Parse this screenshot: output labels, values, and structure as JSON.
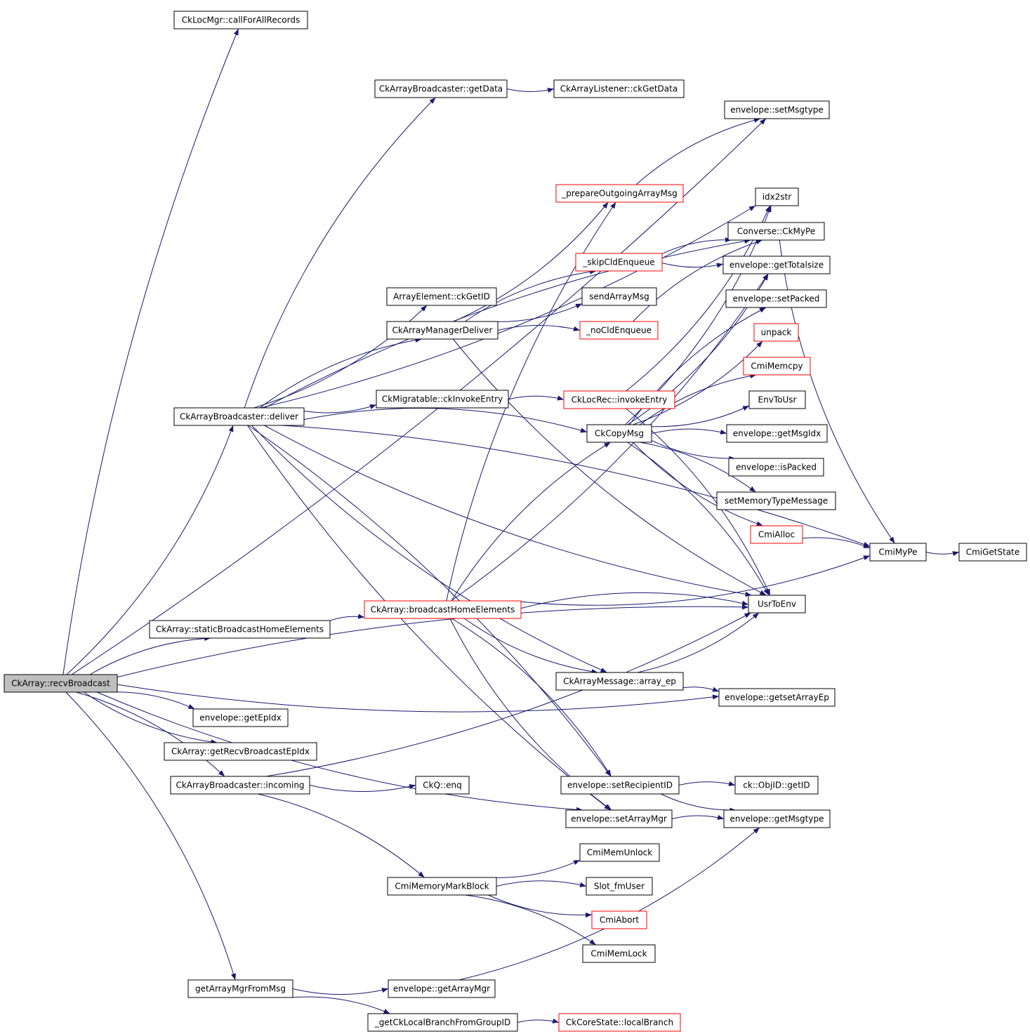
{
  "graph": {
    "nodes": [
      {
        "id": "root",
        "label": "CkArray::recvBroadcast",
        "kind": "root"
      },
      {
        "id": "callForAll",
        "label": "CkLocMgr::callForAllRecords",
        "kind": "normal"
      },
      {
        "id": "bcGetData",
        "label": "CkArrayBroadcaster::getData",
        "kind": "normal"
      },
      {
        "id": "ckGetData",
        "label": "CkArrayListener::ckGetData",
        "kind": "normal"
      },
      {
        "id": "setMsgtype",
        "label": "envelope::setMsgtype",
        "kind": "normal"
      },
      {
        "id": "prepOut",
        "label": "_prepareOutgoingArrayMsg",
        "kind": "red"
      },
      {
        "id": "idx2str",
        "label": "idx2str",
        "kind": "normal"
      },
      {
        "id": "ckMyPe",
        "label": "Converse::CkMyPe",
        "kind": "normal"
      },
      {
        "id": "skipCld",
        "label": "_skipCldEnqueue",
        "kind": "red"
      },
      {
        "id": "getTotal",
        "label": "envelope::getTotalsize",
        "kind": "normal"
      },
      {
        "id": "aeGetID",
        "label": "ArrayElement::ckGetID",
        "kind": "normal"
      },
      {
        "id": "sendArr",
        "label": "sendArrayMsg",
        "kind": "normal"
      },
      {
        "id": "setPacked",
        "label": "envelope::setPacked",
        "kind": "normal"
      },
      {
        "id": "mgrDeliver",
        "label": "CkArrayManagerDeliver",
        "kind": "normal"
      },
      {
        "id": "noCld",
        "label": "_noCldEnqueue",
        "kind": "red"
      },
      {
        "id": "unpack",
        "label": "unpack",
        "kind": "red"
      },
      {
        "id": "cmiMemcpy",
        "label": "CmiMemcpy",
        "kind": "red"
      },
      {
        "id": "migInvoke",
        "label": "CkMigratable::ckInvokeEntry",
        "kind": "normal"
      },
      {
        "id": "locInvoke",
        "label": "CkLocRec::invokeEntry",
        "kind": "red"
      },
      {
        "id": "envToUsr",
        "label": "EnvToUsr",
        "kind": "normal"
      },
      {
        "id": "bcDeliver",
        "label": "CkArrayBroadcaster::deliver",
        "kind": "normal"
      },
      {
        "id": "copyMsg",
        "label": "CkCopyMsg",
        "kind": "normal"
      },
      {
        "id": "getMsgIdx",
        "label": "envelope::getMsgIdx",
        "kind": "normal"
      },
      {
        "id": "isPacked",
        "label": "envelope::isPacked",
        "kind": "normal"
      },
      {
        "id": "setMemType",
        "label": "setMemoryTypeMessage",
        "kind": "normal"
      },
      {
        "id": "cmiAlloc",
        "label": "CmiAlloc",
        "kind": "red"
      },
      {
        "id": "cmiMyPe",
        "label": "CmiMyPe",
        "kind": "normal"
      },
      {
        "id": "cmiGetState",
        "label": "CmiGetState",
        "kind": "normal"
      },
      {
        "id": "bcHome",
        "label": "CkArray::broadcastHomeElements",
        "kind": "red"
      },
      {
        "id": "usrToEnv",
        "label": "UsrToEnv",
        "kind": "normal"
      },
      {
        "id": "staticBc",
        "label": "CkArray::staticBroadcastHomeElements",
        "kind": "normal"
      },
      {
        "id": "arrayEp",
        "label": "CkArrayMessage::array_ep",
        "kind": "normal"
      },
      {
        "id": "getsetArrayEp",
        "label": "envelope::getsetArrayEp",
        "kind": "normal"
      },
      {
        "id": "getEpIdx",
        "label": "envelope::getEpIdx",
        "kind": "normal"
      },
      {
        "id": "getRecvBc",
        "label": "CkArray::getRecvBroadcastEpIdx",
        "kind": "normal"
      },
      {
        "id": "bcIncoming",
        "label": "CkArrayBroadcaster::incoming",
        "kind": "normal"
      },
      {
        "id": "ckqEnq",
        "label": "CkQ::enq",
        "kind": "normal"
      },
      {
        "id": "setRecip",
        "label": "envelope::setRecipientID",
        "kind": "normal"
      },
      {
        "id": "objGetID",
        "label": "ck::ObjID::getID",
        "kind": "normal"
      },
      {
        "id": "setArrMgr",
        "label": "envelope::setArrayMgr",
        "kind": "normal"
      },
      {
        "id": "getMsgtype",
        "label": "envelope::getMsgtype",
        "kind": "normal"
      },
      {
        "id": "memUnlock",
        "label": "CmiMemUnlock",
        "kind": "normal"
      },
      {
        "id": "memMark",
        "label": "CmiMemoryMarkBlock",
        "kind": "normal"
      },
      {
        "id": "slotFm",
        "label": "Slot_fmUser",
        "kind": "normal"
      },
      {
        "id": "cmiAbort",
        "label": "CmiAbort",
        "kind": "red"
      },
      {
        "id": "memLock",
        "label": "CmiMemLock",
        "kind": "normal"
      },
      {
        "id": "getMgrFromMsg",
        "label": "getArrayMgrFromMsg",
        "kind": "normal"
      },
      {
        "id": "getArrMgr",
        "label": "envelope::getArrayMgr",
        "kind": "normal"
      },
      {
        "id": "getLocalBr",
        "label": "_getCkLocalBranchFromGroupID",
        "kind": "normal"
      },
      {
        "id": "localBranch",
        "label": "CkCoreState::localBranch",
        "kind": "red"
      }
    ],
    "edges": [
      [
        "root",
        "callForAll"
      ],
      [
        "root",
        "bcDeliver"
      ],
      [
        "root",
        "staticBc"
      ],
      [
        "root",
        "getsetArrayEp"
      ],
      [
        "root",
        "getEpIdx"
      ],
      [
        "root",
        "getRecvBc"
      ],
      [
        "root",
        "bcIncoming"
      ],
      [
        "root",
        "setArrMgr"
      ],
      [
        "root",
        "getMgrFromMsg"
      ],
      [
        "root",
        "setMsgtype"
      ],
      [
        "root",
        "usrToEnv"
      ],
      [
        "bcGetData",
        "ckGetData"
      ],
      [
        "bcDeliver",
        "bcGetData"
      ],
      [
        "bcDeliver",
        "idx2str"
      ],
      [
        "bcDeliver",
        "ckMyPe"
      ],
      [
        "bcDeliver",
        "aeGetID"
      ],
      [
        "bcDeliver",
        "mgrDeliver"
      ],
      [
        "bcDeliver",
        "migInvoke"
      ],
      [
        "bcDeliver",
        "copyMsg"
      ],
      [
        "bcDeliver",
        "usrToEnv"
      ],
      [
        "bcDeliver",
        "cmiMyPe"
      ],
      [
        "bcDeliver",
        "arrayEp"
      ],
      [
        "bcDeliver",
        "setRecip"
      ],
      [
        "bcDeliver",
        "setArrMgr"
      ],
      [
        "prepOut",
        "setMsgtype"
      ],
      [
        "mgrDeliver",
        "prepOut"
      ],
      [
        "mgrDeliver",
        "skipCld"
      ],
      [
        "mgrDeliver",
        "sendArr"
      ],
      [
        "mgrDeliver",
        "noCld"
      ],
      [
        "mgrDeliver",
        "usrToEnv"
      ],
      [
        "skipCld",
        "ckMyPe"
      ],
      [
        "skipCld",
        "getTotal"
      ],
      [
        "noCld",
        "ckMyPe"
      ],
      [
        "ckMyPe",
        "cmiMyPe"
      ],
      [
        "migInvoke",
        "locInvoke"
      ],
      [
        "locInvoke",
        "idx2str"
      ],
      [
        "locInvoke",
        "usrToEnv"
      ],
      [
        "copyMsg",
        "getTotal"
      ],
      [
        "copyMsg",
        "setPacked"
      ],
      [
        "copyMsg",
        "unpack"
      ],
      [
        "copyMsg",
        "cmiMemcpy"
      ],
      [
        "copyMsg",
        "envToUsr"
      ],
      [
        "copyMsg",
        "getMsgIdx"
      ],
      [
        "copyMsg",
        "isPacked"
      ],
      [
        "copyMsg",
        "setMemType"
      ],
      [
        "copyMsg",
        "cmiAlloc"
      ],
      [
        "copyMsg",
        "usrToEnv"
      ],
      [
        "copyMsg",
        "idx2str"
      ],
      [
        "cmiAlloc",
        "cmiMyPe"
      ],
      [
        "cmiMyPe",
        "cmiGetState"
      ],
      [
        "bcHome",
        "usrToEnv"
      ],
      [
        "bcHome",
        "cmiMyPe"
      ],
      [
        "bcHome",
        "copyMsg"
      ],
      [
        "bcHome",
        "arrayEp"
      ],
      [
        "bcHome",
        "setRecip"
      ],
      [
        "bcHome",
        "setArrMgr"
      ],
      [
        "bcHome",
        "prepOut"
      ],
      [
        "bcHome",
        "getTotal"
      ],
      [
        "staticBc",
        "bcHome"
      ],
      [
        "arrayEp",
        "usrToEnv"
      ],
      [
        "arrayEp",
        "getsetArrayEp"
      ],
      [
        "bcIncoming",
        "ckqEnq"
      ],
      [
        "bcIncoming",
        "memMark"
      ],
      [
        "bcIncoming",
        "usrToEnv"
      ],
      [
        "setRecip",
        "objGetID"
      ],
      [
        "setRecip",
        "getMsgtype"
      ],
      [
        "setArrMgr",
        "getMsgtype"
      ],
      [
        "memMark",
        "memUnlock"
      ],
      [
        "memMark",
        "slotFm"
      ],
      [
        "memMark",
        "cmiAbort"
      ],
      [
        "memMark",
        "memLock"
      ],
      [
        "getMgrFromMsg",
        "getArrMgr"
      ],
      [
        "getMgrFromMsg",
        "getLocalBr"
      ],
      [
        "getArrMgr",
        "getMsgtype"
      ],
      [
        "getLocalBr",
        "localBranch"
      ]
    ]
  }
}
